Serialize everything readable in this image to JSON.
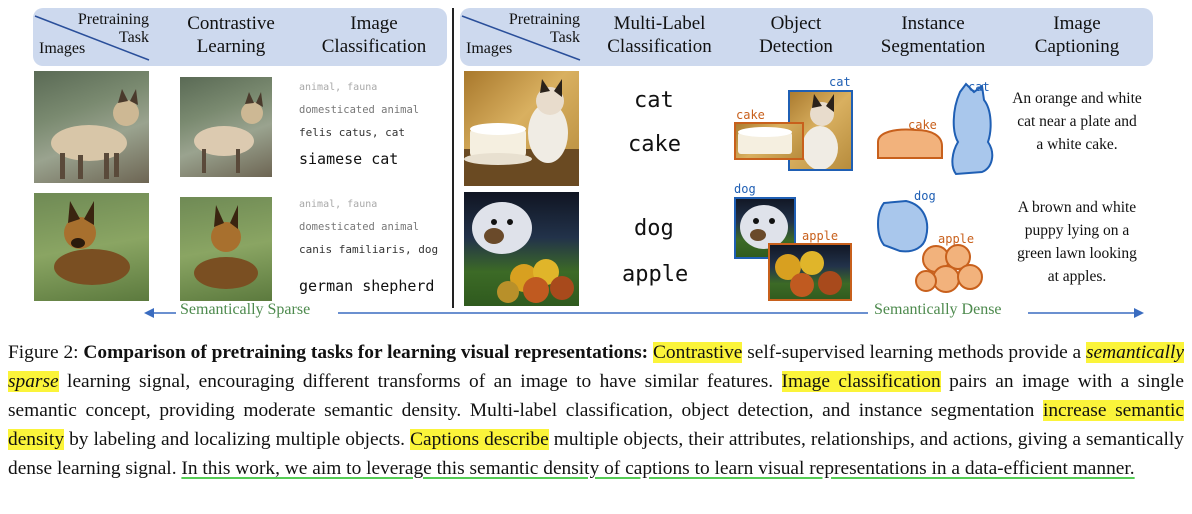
{
  "header": {
    "corner_task": "Pretraining Task",
    "corner_images": "Images",
    "left_columns": [
      "Contrastive Learning",
      "Image Classification"
    ],
    "right_columns": [
      "Multi-Label Classification",
      "Object Detection",
      "Instance Segmentation",
      "Image Captioning"
    ]
  },
  "classification_labels": {
    "cat": [
      "animal, fauna",
      "domesticated animal",
      "felis catus, cat",
      "siamese cat"
    ],
    "dog": [
      "animal, fauna",
      "domesticated animal",
      "canis familiaris, dog",
      "german shepherd"
    ]
  },
  "multilabel": {
    "row1": [
      "cat",
      "cake"
    ],
    "row2": [
      "dog",
      "apple"
    ]
  },
  "detection_tags": {
    "cat": "cat",
    "cake": "cake",
    "dog": "dog",
    "apple": "apple"
  },
  "captions": {
    "row1": "An orange and white cat near a plate and a white cake.",
    "row2": "A brown and white puppy lying on a green lawn looking at apples."
  },
  "axis": {
    "sparse": "Semantically Sparse",
    "dense": "Semantically Dense"
  },
  "colors": {
    "panel": "#cdd9ee",
    "box_blue": "#1f5fb4",
    "box_orange": "#c8601c",
    "highlight": "#fbf43a",
    "underline_green": "#55cc55",
    "arrow_blue": "#3a6cc0",
    "axis_text_green": "#4d8a4d"
  },
  "figure_caption": {
    "prefix": "Figure 2: ",
    "title": "Comparison of pretraining tasks for learning visual representations:",
    "t_contrastive": "Contrastive",
    "t1": " self-supervised learning methods provide a ",
    "t_sparse": "semantically sparse",
    "t2": " learning signal, encouraging different transforms of an image to have similar features. ",
    "t_imgcls": "Image classification",
    "t3": " pairs an image with a single semantic concept, providing moderate semantic density. Multi-label classification, object detection, and instance segmentation ",
    "t_increase": "increase semantic density",
    "t4": " by labeling and localizing multiple objects. ",
    "t_captions": "Captions describe",
    "t5": " multiple objects, their attributes, relationships, and actions, giving a semantically dense learning signal. ",
    "t_underlined": "In this work, we aim to leverage this semantic density of captions to learn visual representations in a data-efficient manner."
  }
}
